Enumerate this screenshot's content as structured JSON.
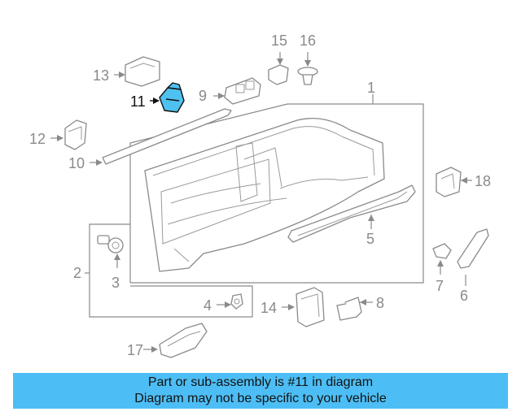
{
  "diagram": {
    "callouts": {
      "c1": "1",
      "c2": "2",
      "c3": "3",
      "c4": "4",
      "c5": "5",
      "c6": "6",
      "c7": "7",
      "c8": "8",
      "c9": "9",
      "c10": "10",
      "c11": "11",
      "c12": "12",
      "c13": "13",
      "c14": "14",
      "c15": "15",
      "c16": "16",
      "c17": "17",
      "c18": "18"
    },
    "highlighted_part": "11",
    "colors": {
      "highlight_fill": "#4fc1f0",
      "outline": "#8a8a8a",
      "highlight_outline": "#111111"
    }
  },
  "banner": {
    "line1": "Part or sub-assembly is #11 in diagram",
    "line2": "Diagram may not be specific to your vehicle",
    "background": "#4dbef5"
  }
}
